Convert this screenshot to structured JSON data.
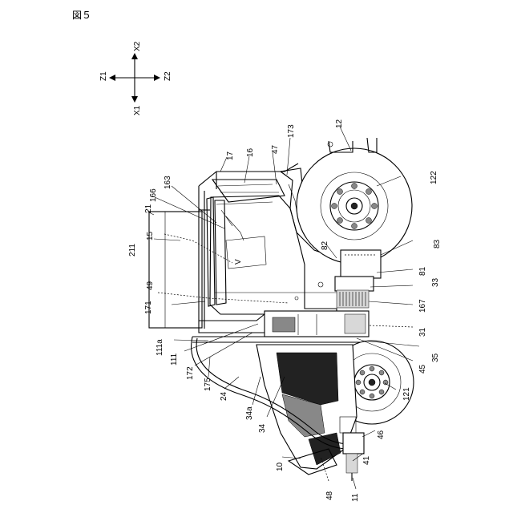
{
  "figure": {
    "title": "図５"
  },
  "axes": {
    "z1": "Z1",
    "z2": "Z2",
    "x1": "X1",
    "x2": "X2"
  },
  "labels": {
    "l12": "12",
    "l122": "122",
    "l17": "17",
    "l16": "16",
    "l47": "47",
    "l173": "173",
    "l163": "163",
    "l166": "166",
    "l21": "21",
    "l15": "15",
    "l211": "211",
    "l49": "49",
    "l171": "171",
    "l111a": "111a",
    "l111": "111",
    "l172": "172",
    "l175": "175",
    "l24": "24",
    "l34a": "34a",
    "l34": "34",
    "l10": "10",
    "l48": "48",
    "l11": "11",
    "l41": "41",
    "l46": "46",
    "l121": "121",
    "l35": "35",
    "l45": "45",
    "l31": "31",
    "l167": "167",
    "l33": "33",
    "l81": "81",
    "l83": "83",
    "l82": "82",
    "lV": "V"
  }
}
